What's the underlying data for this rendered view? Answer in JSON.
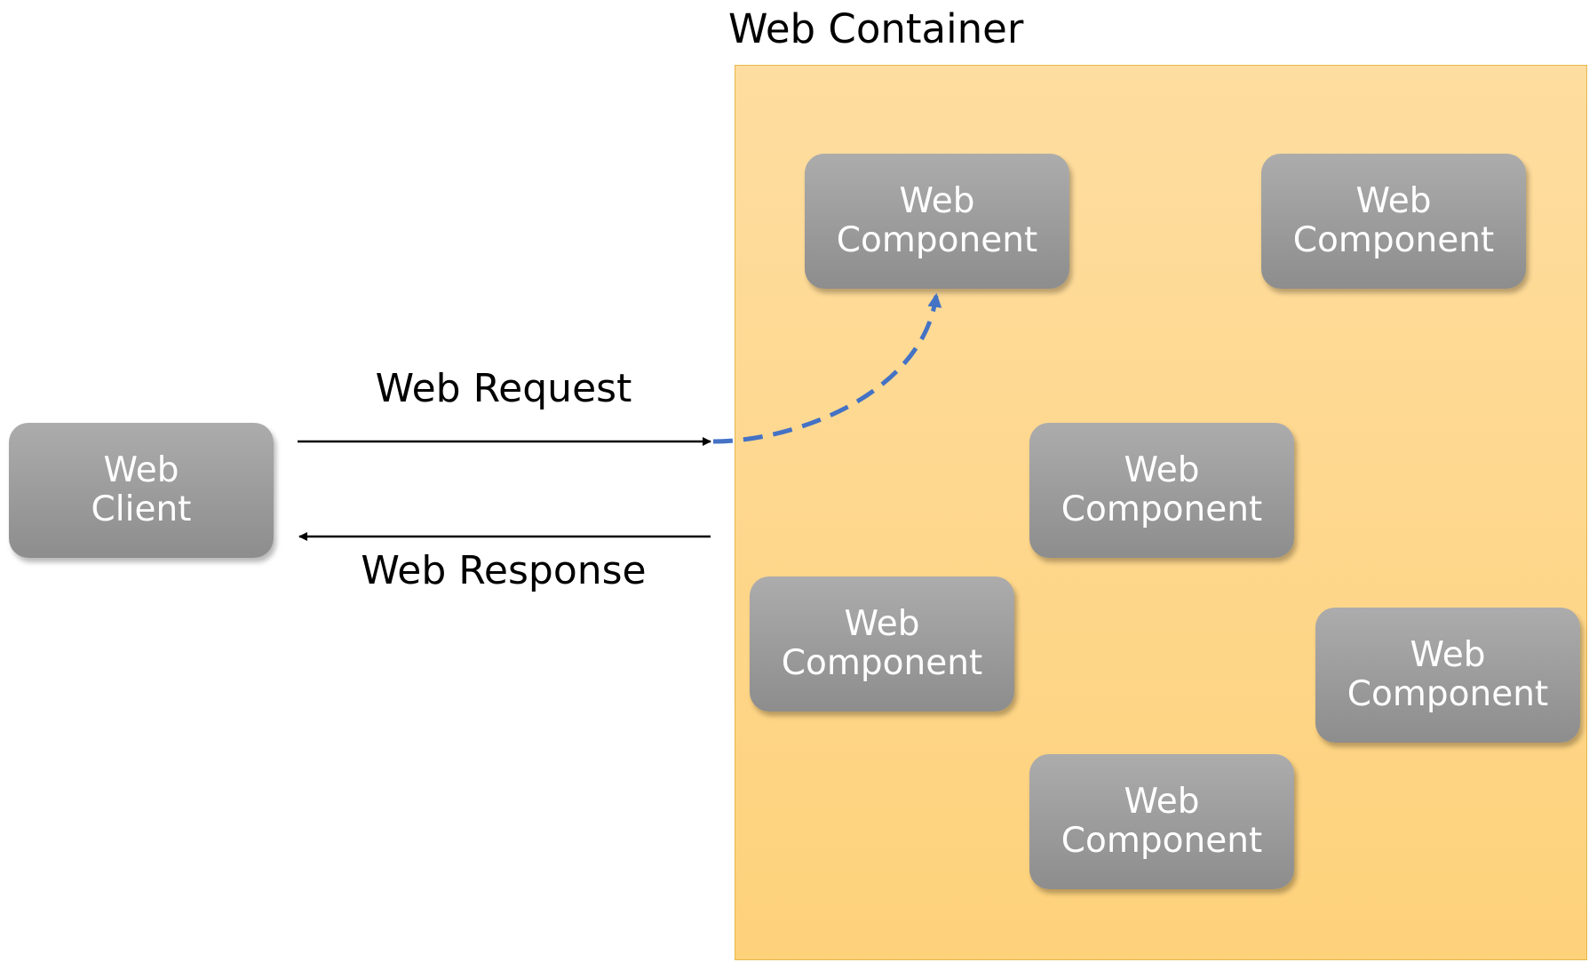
{
  "container": {
    "title": "Web Container",
    "fill_color": "#fed27b"
  },
  "client": {
    "line1": "Web",
    "line2": "Client"
  },
  "components": [
    {
      "line1": "Web",
      "line2": "Component"
    },
    {
      "line1": "Web",
      "line2": "Component"
    },
    {
      "line1": "Web",
      "line2": "Component"
    },
    {
      "line1": "Web",
      "line2": "Component"
    },
    {
      "line1": "Web",
      "line2": "Component"
    },
    {
      "line1": "Web",
      "line2": "Component"
    }
  ],
  "edges": {
    "request_label": "Web Request",
    "response_label": "Web Response",
    "dispatch_color": "#4472c4"
  }
}
